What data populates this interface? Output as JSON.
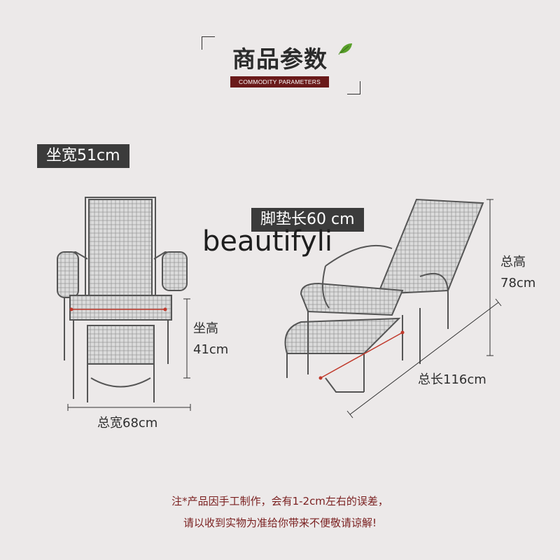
{
  "header": {
    "title": "商品参数",
    "subtitle": "COMMODITY PARAMETERS"
  },
  "labels": {
    "seat_width": "坐宽51cm",
    "footrest_length": "脚垫长60 cm",
    "overlay": "beautifyli",
    "seat_height_line1": "坐高",
    "seat_height_line2": "41cm",
    "total_width": "总宽68cm",
    "total_height_line1": "总高",
    "total_height_line2": "78cm",
    "total_length": "总长116cm"
  },
  "notes": {
    "line1": "注*产品因手工制作，会有1-2cm左右的误差，",
    "line2": "请以收到实物为准给你带来不便敬请谅解!"
  },
  "colors": {
    "background": "#ece9e9",
    "tag_background": "#3b3b3b",
    "subtitle_background": "#6a1a1a",
    "note_text": "#7a1f1f",
    "measure_line": "#c0392b"
  },
  "icons": {
    "leaf": "leaf-icon"
  }
}
